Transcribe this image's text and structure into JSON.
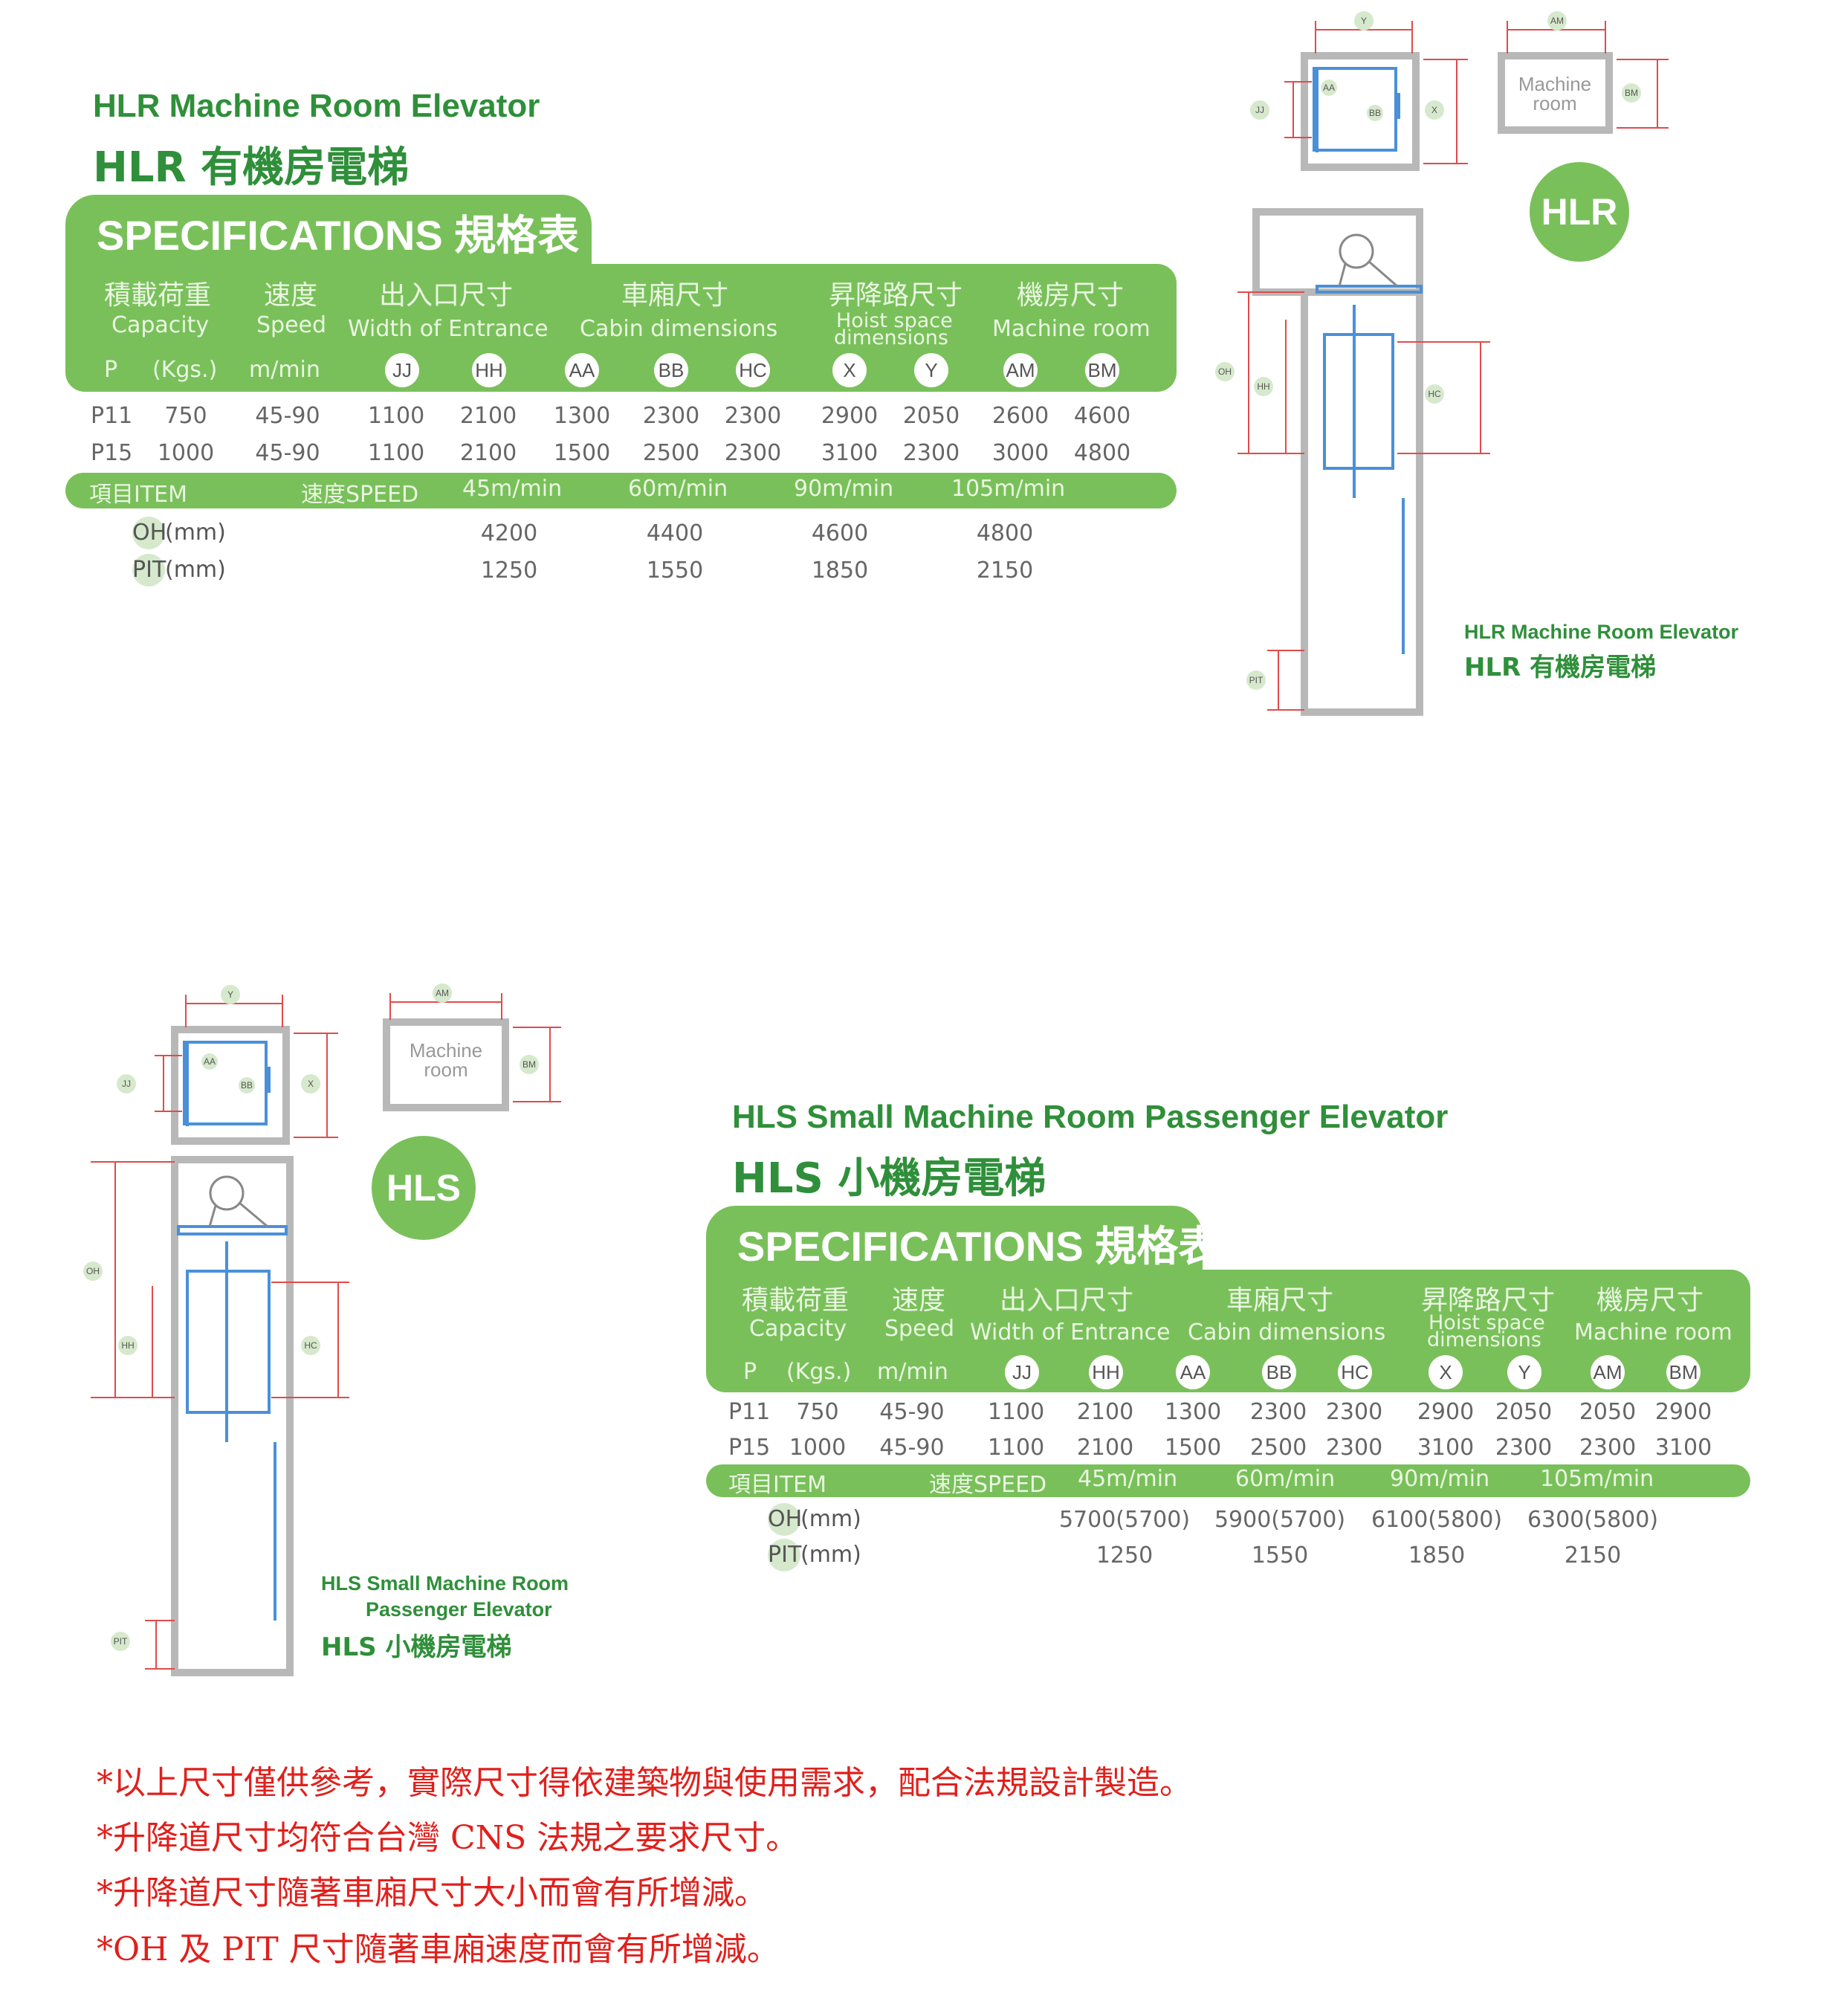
{
  "colors": {
    "accent": "#79c05a",
    "title": "#2f8f3a",
    "note": "#e0201c",
    "wall": "#b8b8b8",
    "dim": "#e14b4b"
  },
  "hlr": {
    "title_en": "HLR Machine Room Elevator",
    "title_zh": "HLR 有機房電梯",
    "tab": "SPECIFICATIONS 規格表",
    "headers": {
      "capacity_zh": "積載荷重",
      "capacity_en": "Capacity",
      "speed_zh": "速度",
      "speed_en": "Speed",
      "entrance_zh": "出入口尺寸",
      "entrance_en": "Width of Entrance",
      "cabin_zh": "車廂尺寸",
      "cabin_en": "Cabin dimensions",
      "hoist_zh": "昇降路尺寸",
      "hoist_en1": "Hoist space",
      "hoist_en2": "dimensions",
      "machine_zh": "機房尺寸",
      "machine_en": "Machine room",
      "p": "P",
      "kgs": "(Kgs.)",
      "mmin": "m/min",
      "codes": [
        "JJ",
        "HH",
        "AA",
        "BB",
        "HC",
        "X",
        "Y",
        "AM",
        "BM"
      ]
    },
    "rows": [
      [
        "P11",
        "750",
        "45-90",
        "1100",
        "2100",
        "1300",
        "2300",
        "2300",
        "2900",
        "2050",
        "2600",
        "4600"
      ],
      [
        "P15",
        "1000",
        "45-90",
        "1100",
        "2100",
        "1500",
        "2500",
        "2300",
        "3100",
        "2300",
        "3000",
        "4800"
      ]
    ],
    "item_bar": {
      "item": "項目ITEM",
      "speed": "速度SPEED",
      "speeds": [
        "45m/min",
        "60m/min",
        "90m/min",
        "105m/min"
      ]
    },
    "oh": {
      "label_a": "OH",
      "label_b": "(mm)",
      "values": [
        "4200",
        "4400",
        "4600",
        "4800"
      ]
    },
    "pit": {
      "label_a": "PIT",
      "label_b": "(mm)",
      "values": [
        "1250",
        "1550",
        "1850",
        "2150"
      ]
    },
    "badge": "HLR",
    "diagram_title_en": "HLR Machine Room Elevator",
    "diagram_title_zh": "HLR 有機房電梯",
    "machine_room_1": "Machine",
    "machine_room_2": "room"
  },
  "hls": {
    "title_en": "HLS Small Machine Room Passenger Elevator",
    "title_zh": "HLS 小機房電梯",
    "tab": "SPECIFICATIONS 規格表",
    "headers": {
      "capacity_zh": "積載荷重",
      "capacity_en": "Capacity",
      "speed_zh": "速度",
      "speed_en": "Speed",
      "entrance_zh": "出入口尺寸",
      "entrance_en": "Width of Entrance",
      "cabin_zh": "車廂尺寸",
      "cabin_en": "Cabin dimensions",
      "hoist_zh": "昇降路尺寸",
      "hoist_en1": "Hoist space",
      "hoist_en2": "dimensions",
      "machine_zh": "機房尺寸",
      "machine_en": "Machine room",
      "p": "P",
      "kgs": "(Kgs.)",
      "mmin": "m/min",
      "codes": [
        "JJ",
        "HH",
        "AA",
        "BB",
        "HC",
        "X",
        "Y",
        "AM",
        "BM"
      ]
    },
    "rows": [
      [
        "P11",
        "750",
        "45-90",
        "1100",
        "2100",
        "1300",
        "2300",
        "2300",
        "2900",
        "2050",
        "2050",
        "2900"
      ],
      [
        "P15",
        "1000",
        "45-90",
        "1100",
        "2100",
        "1500",
        "2500",
        "2300",
        "3100",
        "2300",
        "2300",
        "3100"
      ]
    ],
    "item_bar": {
      "item": "項目ITEM",
      "speed": "速度SPEED",
      "speeds": [
        "45m/min",
        "60m/min",
        "90m/min",
        "105m/min"
      ]
    },
    "oh": {
      "label_a": "OH",
      "label_b": "(mm)",
      "values": [
        "5700(5700)",
        "5900(5700)",
        "6100(5800)",
        "6300(5800)"
      ]
    },
    "pit": {
      "label_a": "PIT",
      "label_b": "(mm)",
      "values": [
        "1250",
        "1550",
        "1850",
        "2150"
      ]
    },
    "badge": "HLS",
    "diagram_title_en1": "HLS Small Machine Room",
    "diagram_title_en2": "Passenger Elevator",
    "diagram_title_zh": "HLS 小機房電梯",
    "machine_room_1": "Machine",
    "machine_room_2": "room"
  },
  "diagram_labels": {
    "y": "Y",
    "am": "AM",
    "jj": "JJ",
    "aa": "AA",
    "bb": "BB",
    "x": "X",
    "bm": "BM",
    "oh": "OH",
    "hh": "HH",
    "hc": "HC",
    "pit": "PIT"
  },
  "notes": [
    "*以上尺寸僅供參考，實際尺寸得依建築物與使用需求，配合法規設計製造。",
    "*升降道尺寸均符合台灣 CNS 法規之要求尺寸。",
    "*升降道尺寸隨著車廂尺寸大小而會有所增減。",
    "*OH 及 PIT 尺寸隨著車廂速度而會有所增減。"
  ]
}
